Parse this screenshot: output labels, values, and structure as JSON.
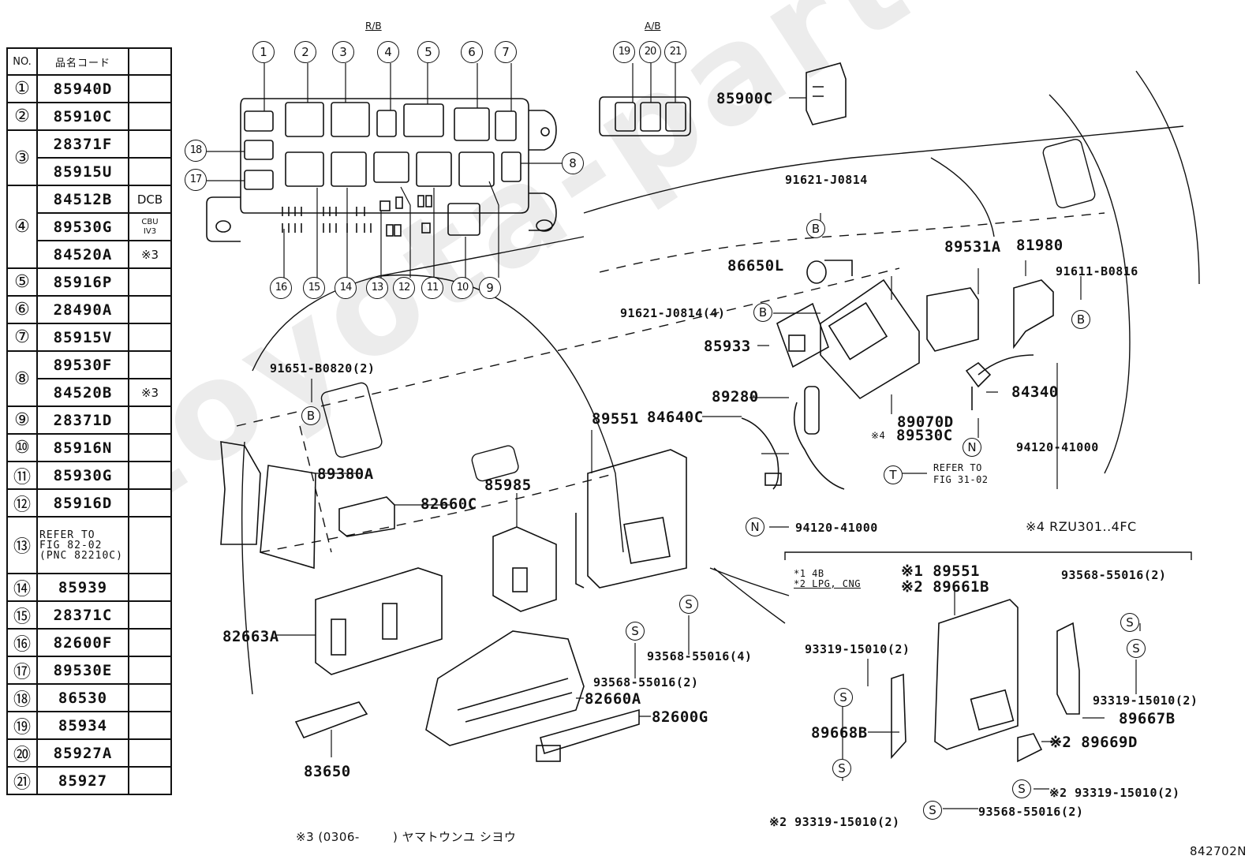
{
  "figure_id": "842702N",
  "watermark": "toyota-parts.ru",
  "parts_table": {
    "headers": [
      "NO.",
      "品名コード",
      ""
    ],
    "rows": [
      {
        "no": "①",
        "code": "85940D",
        "note": ""
      },
      {
        "no": "②",
        "code": "85910C",
        "note": ""
      },
      {
        "no": "③",
        "code": "28371F",
        "note": ""
      },
      {
        "no": "",
        "code": "85915U",
        "note": ""
      },
      {
        "no": "④",
        "code": "84512B",
        "note": "DCB"
      },
      {
        "no": "",
        "code": "89530G",
        "note": "CBU\nIV3"
      },
      {
        "no": "",
        "code": "84520A",
        "note": "※3"
      },
      {
        "no": "⑤",
        "code": "85916P",
        "note": ""
      },
      {
        "no": "⑥",
        "code": "28490A",
        "note": ""
      },
      {
        "no": "⑦",
        "code": "85915V",
        "note": ""
      },
      {
        "no": "⑧",
        "code": "89530F",
        "note": ""
      },
      {
        "no": "",
        "code": "84520B",
        "note": "※3"
      },
      {
        "no": "⑨",
        "code": "28371D",
        "note": ""
      },
      {
        "no": "⑩",
        "code": "85916N",
        "note": ""
      },
      {
        "no": "⑪",
        "code": "85930G",
        "note": ""
      },
      {
        "no": "⑫",
        "code": "85916D",
        "note": ""
      },
      {
        "no": "⑬",
        "code": "REFER TO\nFIG 82-02\n(PNC 82210C)",
        "note": ""
      },
      {
        "no": "⑭",
        "code": "85939",
        "note": ""
      },
      {
        "no": "⑮",
        "code": "28371C",
        "note": ""
      },
      {
        "no": "⑯",
        "code": "82600F",
        "note": ""
      },
      {
        "no": "⑰",
        "code": "89530E",
        "note": ""
      },
      {
        "no": "⑱",
        "code": "86530",
        "note": ""
      },
      {
        "no": "⑲",
        "code": "85934",
        "note": ""
      },
      {
        "no": "⑳",
        "code": "85927A",
        "note": ""
      },
      {
        "no": "㉑",
        "code": "85927",
        "note": ""
      }
    ]
  },
  "relay_block_rb": {
    "title": "R/B",
    "callouts": [
      "1",
      "2",
      "3",
      "4",
      "5",
      "6",
      "7",
      "8",
      "9",
      "10",
      "11",
      "12",
      "13",
      "14",
      "15",
      "16",
      "17",
      "18"
    ]
  },
  "relay_block_ab": {
    "title": "A/B",
    "callouts": [
      "19",
      "20",
      "21"
    ]
  },
  "labels": {
    "p85900C": "85900C",
    "p91621_J0814": "91621-J0814",
    "p86650L": "86650L",
    "p89531A": "89531A",
    "p81980": "81980",
    "p91611_B0816": "91611-B0816",
    "p91621_J0814_4": "91621-J0814(4)",
    "p85933": "85933",
    "p89280": "89280",
    "p89070D": "89070D",
    "p89530C": "89530C",
    "p89530C_prefix": "※4",
    "p84340": "84340",
    "p94120_41000_a": "94120-41000",
    "p94120_41000_b": "94120-41000",
    "refer_fig31": "REFER TO\nFIG 31-02",
    "note4": "※4 RZU301..4FC",
    "p91651_B0820": "91651-B0820(2)",
    "p89551": "89551",
    "p84640C": "84640C",
    "p89380A": "89380A",
    "p85985": "85985",
    "p82660C": "82660C",
    "p82663A": "82663A",
    "p93568_55016_4": "93568-55016(4)",
    "p93568_55016_2a": "93568-55016(2)",
    "p82660A": "82660A",
    "p82600G": "82600G",
    "p83650": "83650",
    "footnote3": "※3 (0306-        ) ヤマトウンユ シヨウ",
    "inset_note1": "*1 4B",
    "inset_note2": "*2 LPG, CNG",
    "inset_ecu1": "※1 89551",
    "inset_ecu2": "※2 89661B",
    "inset_93568_55016_2_top": "93568-55016(2)",
    "inset_93319_15010_2_left": "93319-15010(2)",
    "inset_93319_15010_2_right": "93319-15010(2)",
    "inset_89667B": "89667B",
    "inset_89668B": "89668B",
    "inset_89669D": "※2 89669D",
    "inset_93319_15010_2_mid": "※2 93319-15010(2)",
    "inset_93319_15010_2_bottom": "※2 93319-15010(2)",
    "inset_93568_55016_2_bottom": "93568-55016(2)"
  },
  "fastener_symbols": {
    "bolt": "B",
    "nut": "N",
    "screw": "S",
    "clip": "T"
  }
}
